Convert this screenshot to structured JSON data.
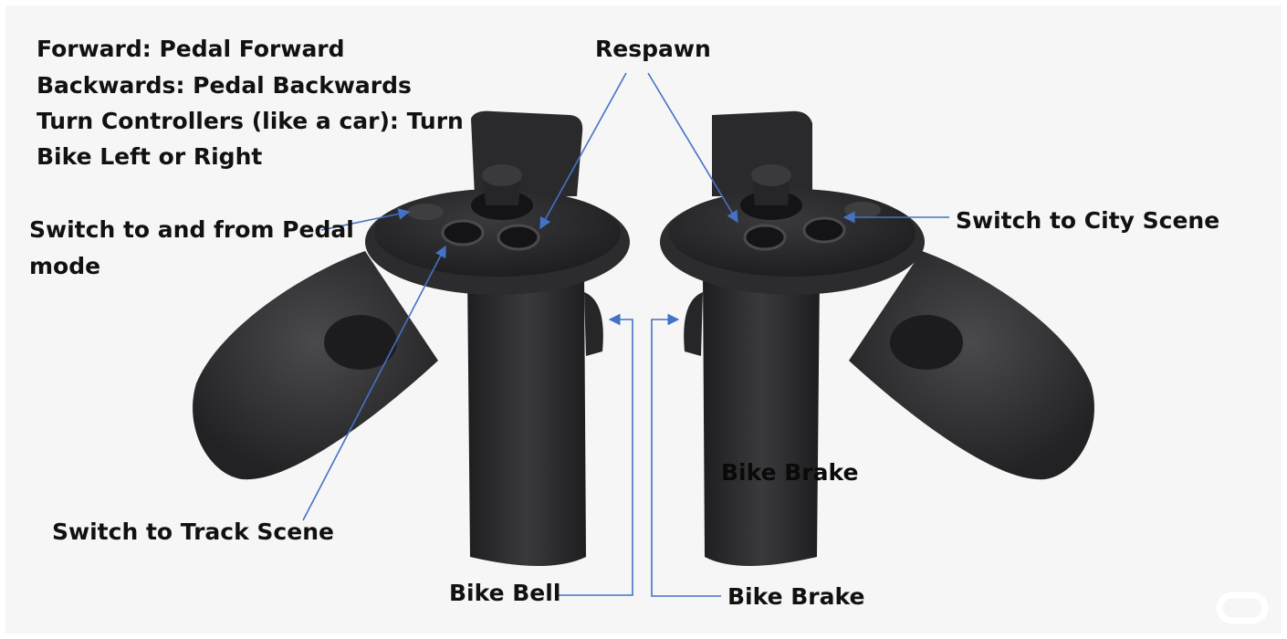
{
  "instructions": [
    "Forward: Pedal Forward",
    "Backwards: Pedal Backwards",
    "Turn Controllers (like a car): Turn",
    "Bike Left or Right"
  ],
  "labels": {
    "respawn": "Respawn",
    "switch_pedal_mode_line1": "Switch to and from Pedal",
    "switch_pedal_mode_line2": "mode",
    "switch_city_scene": "Switch to City Scene",
    "switch_track_scene": "Switch to Track Scene",
    "bike_bell": "Bike Bell",
    "bike_brake_bottom": "Bike Brake",
    "bike_brake_on_grip": "Bike Brake"
  },
  "colors": {
    "arrow": "#4472c4",
    "controller_body": "#2e2e30",
    "controller_face": "#1f1f21",
    "panel_bg": "#f6f6f6"
  },
  "icons": {
    "corner_logo": "oculus-logo-icon"
  }
}
